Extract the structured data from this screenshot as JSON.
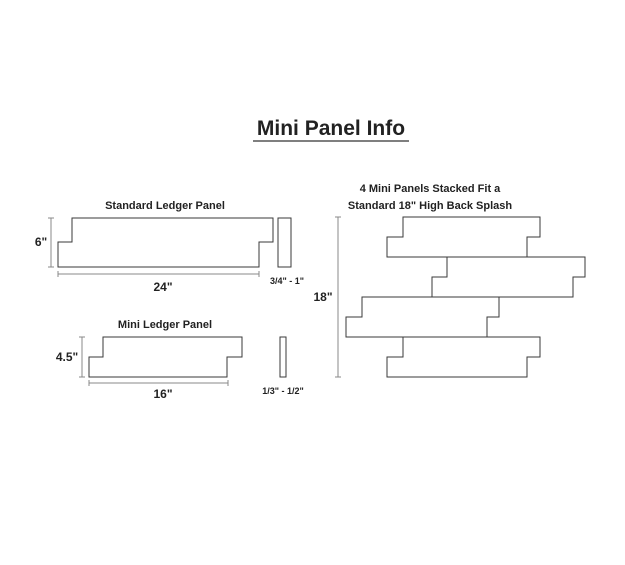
{
  "title": "Mini Panel Info",
  "standard_panel": {
    "title": "Standard Ledger Panel",
    "height_label": "6\"",
    "width_label": "24\"",
    "thickness_label": "3/4\" - 1\""
  },
  "mini_panel": {
    "title": "Mini Ledger Panel",
    "height_label": "4.5\"",
    "width_label": "16\"",
    "thickness_label": "1/3\" - 1/2\""
  },
  "stack": {
    "title_line1": "4 Mini Panels Stacked Fit a",
    "title_line2": "Standard 18\" High Back Splash",
    "height_label": "18\""
  },
  "colors": {
    "line": "#3a3a3a",
    "dimension": "#888888",
    "text": "#222222"
  }
}
